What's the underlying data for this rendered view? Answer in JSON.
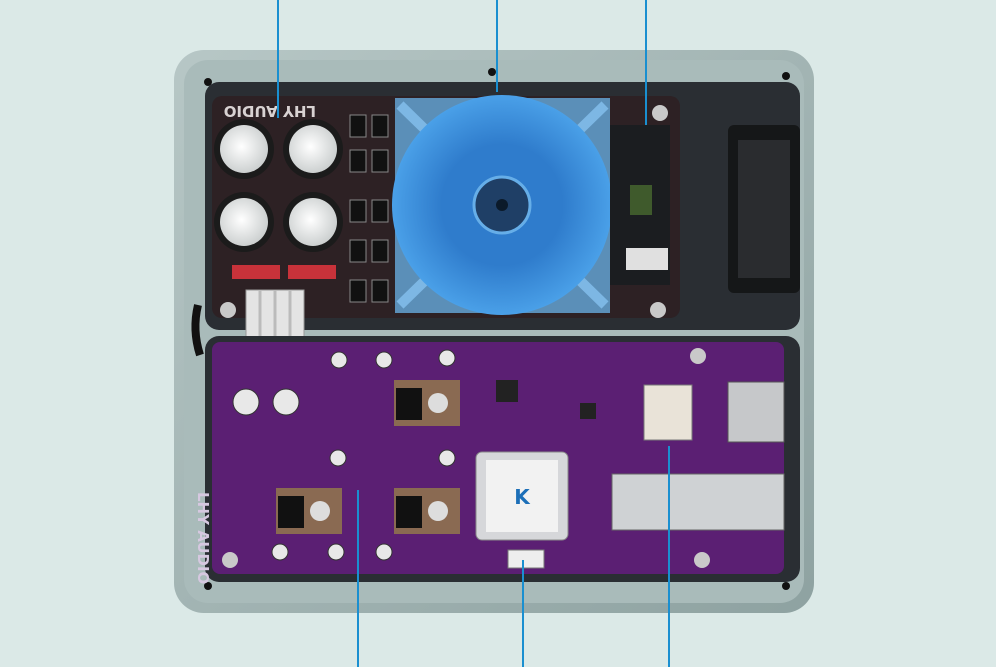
{
  "photo": {
    "pcb_brand_top": "LHY AUDIO",
    "pcb_brand_bottom": "LHY AUDIO",
    "logo_mark": "K"
  },
  "colors": {
    "background": "#dbe9e7",
    "enclosure": "#9fb3b2",
    "well": "#2a2e33",
    "power_pcb": "#2d2124",
    "main_pcb": "#5b1f73",
    "transformer": "#3a8bd8",
    "callout_line": "#1a8fd0"
  },
  "callouts": {
    "count_top": 3,
    "count_bottom": 3
  }
}
